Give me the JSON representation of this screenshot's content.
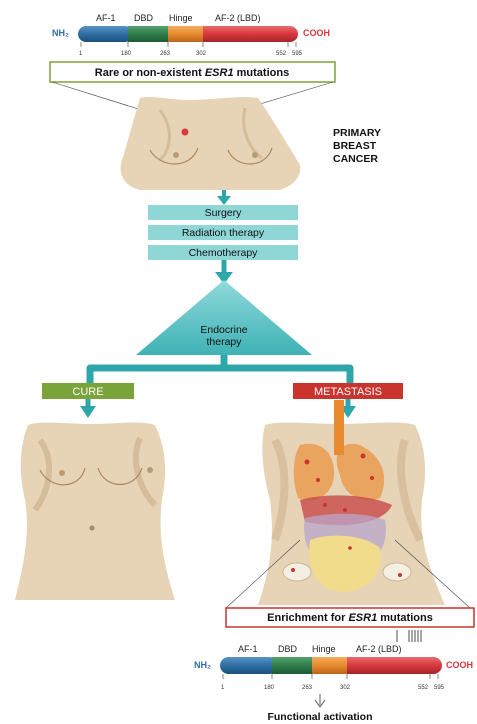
{
  "colors": {
    "af1": "#2f6ea3",
    "dbd": "#2f7d4a",
    "hinge": "#e88a2e",
    "af2": "#d6383c",
    "teal": "#7fd0d2",
    "teal_dark": "#2fa6aa",
    "cure": "#7aa33a",
    "metastasis": "#c9342f",
    "skin": "#e7d3b6",
    "skin_dark": "#c9ad87"
  },
  "top_protein": {
    "nh2": "NH₂",
    "cooh": "COOH",
    "domains": [
      "AF-1",
      "DBD",
      "Hinge",
      "AF-2 (LBD)"
    ],
    "positions": [
      "1",
      "180",
      "263",
      "302",
      "552",
      "595"
    ]
  },
  "top_callout": {
    "pre": "Rare or non-existent ",
    "gene": "ESR1",
    "post": " mutations"
  },
  "primary_label": [
    "PRIMARY",
    "BREAST",
    "CANCER"
  ],
  "treatments": [
    "Surgery",
    "Radiation therapy",
    "Chemotherapy"
  ],
  "endocrine": [
    "Endocrine",
    "therapy"
  ],
  "outcomes": {
    "cure": "CURE",
    "metastasis": "METASTASIS"
  },
  "bottom_callout": {
    "pre": "Enrichment for ",
    "gene": "ESR1",
    "post": " mutations"
  },
  "bottom_protein": {
    "nh2": "NH₂",
    "cooh": "COOH",
    "domains": [
      "AF-1",
      "DBD",
      "Hinge",
      "AF-2 (LBD)"
    ],
    "positions": [
      "1",
      "180",
      "263",
      "302",
      "552",
      "595"
    ]
  },
  "result": "Functional activation"
}
